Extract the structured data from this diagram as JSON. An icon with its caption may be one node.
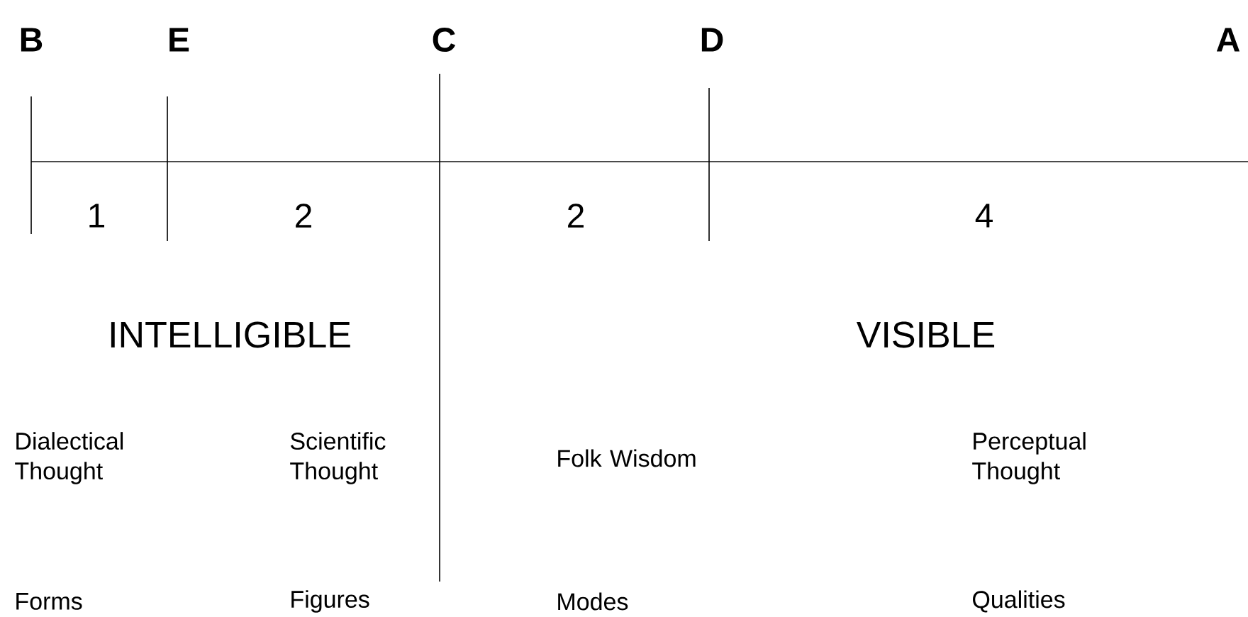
{
  "diagram": {
    "labels": [
      "B",
      "E",
      "C",
      "D",
      "A",
      "1",
      "2",
      "2",
      "4",
      "INTELLIGIBLE",
      "VISIBLE",
      "Dialectical Thought",
      "Scientific Thought",
      "Folk Wisdom",
      "Perceptual Thought",
      "Forms",
      "Figures",
      "Modes",
      "Qualities"
    ]
  }
}
